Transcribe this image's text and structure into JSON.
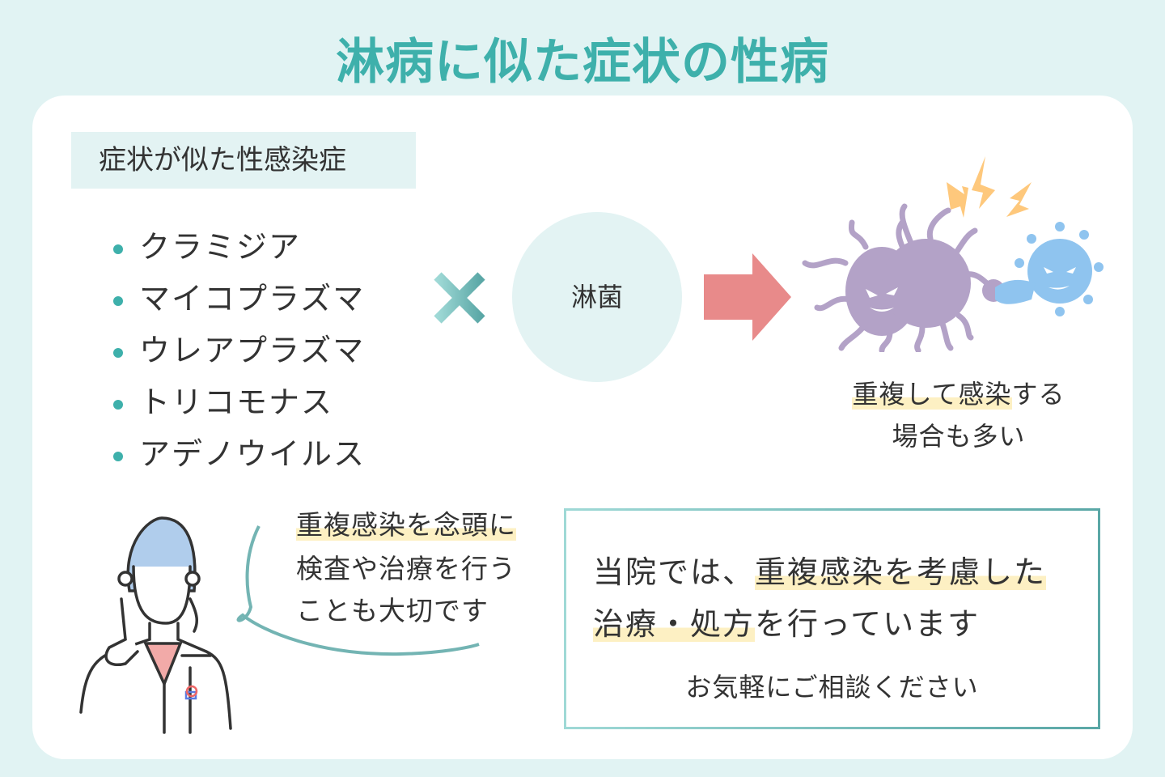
{
  "title": "淋病に似た症状の性病",
  "section_label": "症状が似た性感染症",
  "diseases": [
    "クラミジア",
    "マイコプラズマ",
    "ウレアプラズマ",
    "トリコモナス",
    "アデノウイルス"
  ],
  "center_label": "淋菌",
  "result": {
    "line1_highlight": "重複して感染",
    "line1_rest": "する",
    "line2": "場合も多い"
  },
  "speech": {
    "line1": "重複感染を念頭に",
    "line2": "検査や治療を行う",
    "line3": "ことも大切です"
  },
  "notice": {
    "l1_a": "当院では、",
    "l1_b": "重複感染を考慮した",
    "l2_a": "治療・処方",
    "l2_b": "を行っています",
    "l3": "お気軽にご相談ください"
  },
  "colors": {
    "accent": "#3eb0ab",
    "arrow": "#e88a8a",
    "highlight": "#fdf0c3"
  }
}
